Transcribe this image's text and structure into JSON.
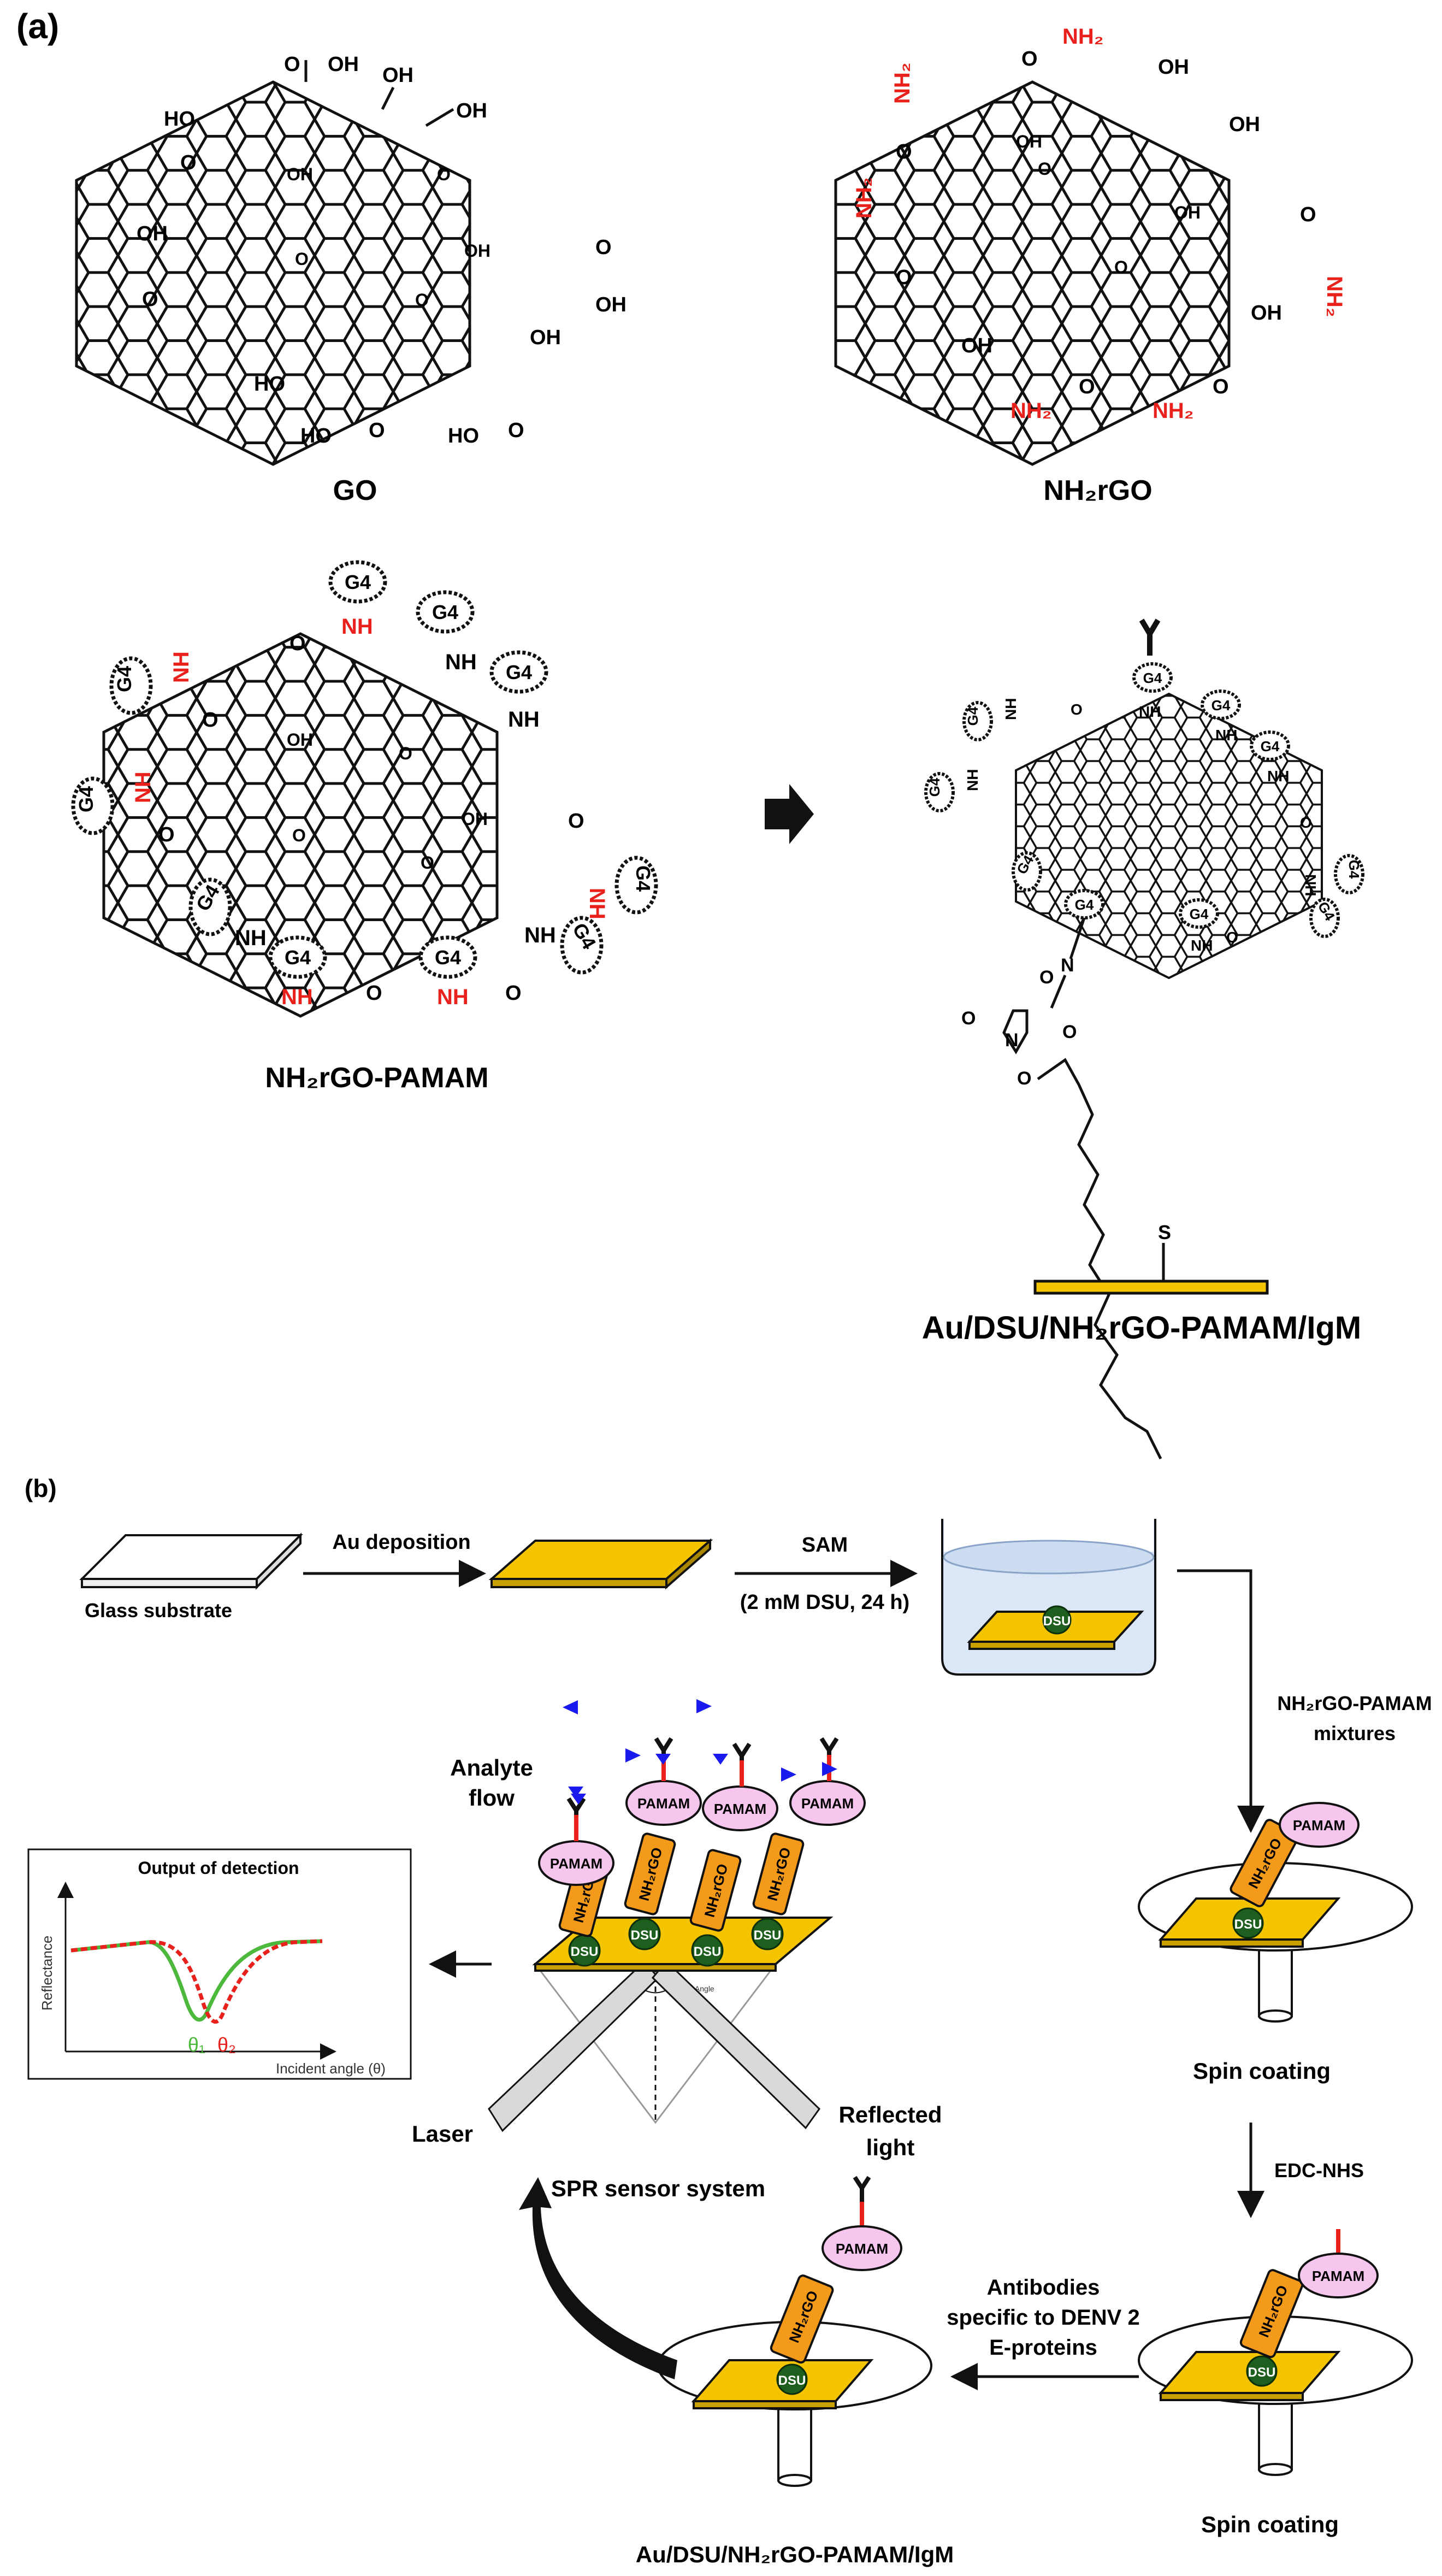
{
  "panel_a": {
    "label": "(a)",
    "go_caption": "GO",
    "nh2rgo_caption": "NH₂rGO",
    "nh2rgo_pamam_caption": "NH₂rGO-PAMAM",
    "au_stack_caption": "Au/DSU/NH₂rGO-PAMAM/IgM",
    "oh": "OH",
    "ho": "HO",
    "o": "O",
    "nh2": "NH₂",
    "nh": "NH",
    "g4": "G4",
    "n": "N",
    "s": "S"
  },
  "panel_b": {
    "label": "(b)",
    "glass_substrate": "Glass substrate",
    "au_deposition": "Au deposition",
    "sam": "SAM",
    "sam_condition": "(2 mM DSU, 24 h)",
    "dsu": "DSU",
    "pamam": "PAMAM",
    "nh2rgo": "NH₂rGO",
    "nh2rgo_pamam_line1": "NH₂rGO-PAMAM",
    "nh2rgo_pamam_line2": "mixtures",
    "spin_coating_1": "Spin coating",
    "edc_nhs": "EDC-NHS",
    "spin_coating_2": "Spin coating",
    "antibodies_line1": "Antibodies",
    "antibodies_line2": "specific to DENV 2",
    "antibodies_line3": "E-proteins",
    "final_caption": "Au/DSU/NH₂rGO-PAMAM/IgM",
    "analyte_line1": "Analyte",
    "analyte_line2": "flow",
    "laser": "Laser",
    "reflected_line1": "Reflected",
    "reflected_line2": "light",
    "spr_system": "SPR sensor system",
    "spr_angle": "SPR Angle",
    "output_title": "Output of detection",
    "output_ylabel": "Reflectance",
    "output_xlabel": "Incident angle (θ)",
    "theta1": "θ₁",
    "theta2": "θ₂"
  },
  "colors": {
    "gold": "#f5c400",
    "gold_dark": "#b08a00",
    "dsu_green": "#1e5e1e",
    "pamam_pink": "#f7c6ee",
    "nh2rgo_orange": "#f49a1a",
    "red": "#e8211d",
    "blue": "#1a1aee",
    "green_curve": "#4cb83c",
    "red_curve": "#e8211d"
  }
}
